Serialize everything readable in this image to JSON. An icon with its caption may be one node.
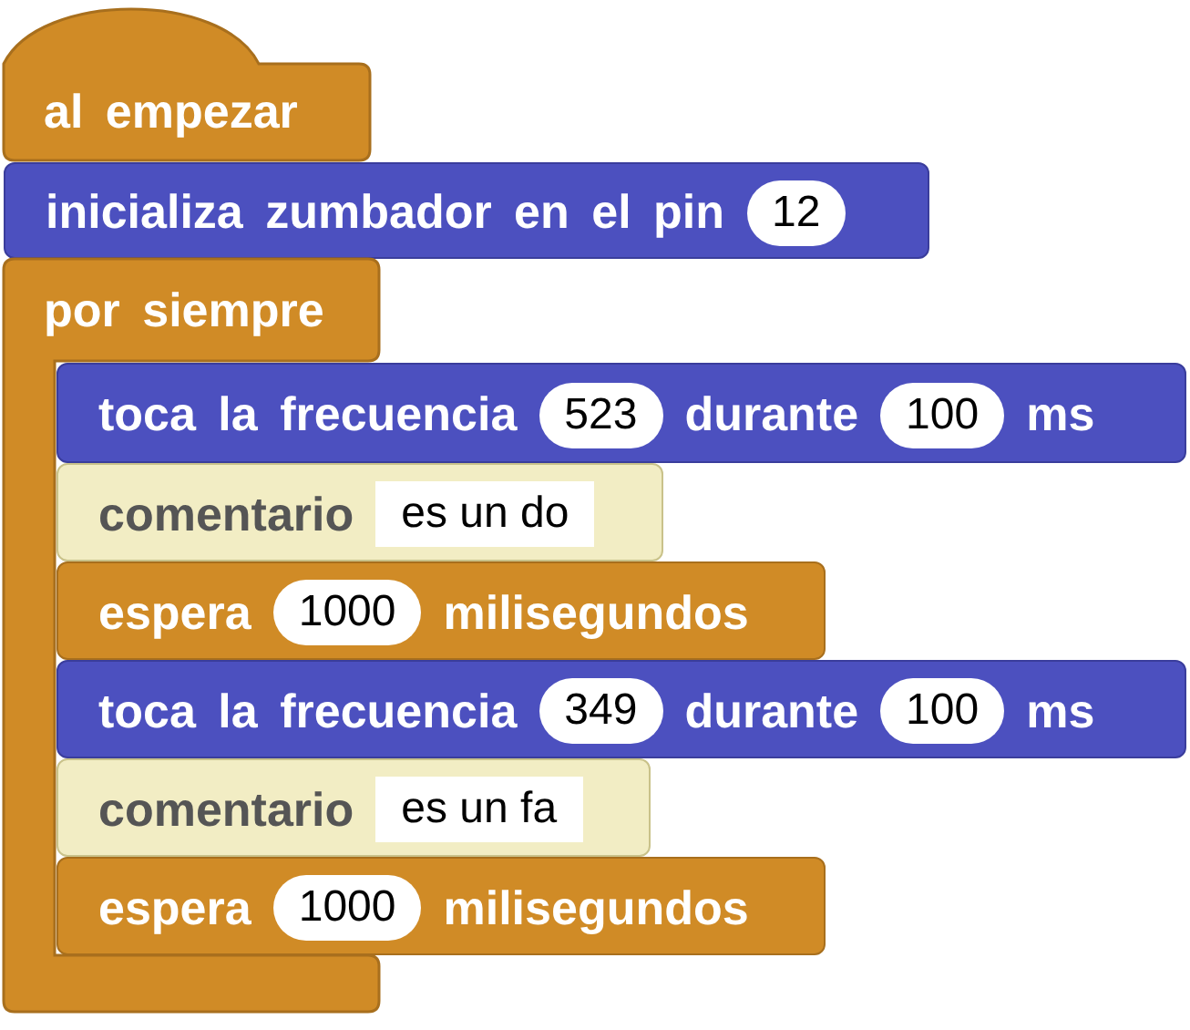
{
  "diagram": {
    "nodes": [
      {
        "text": [
          "al empezar"
        ]
      },
      {
        "text": [
          "inicializa zumbador en el pin",
          "12"
        ]
      },
      {
        "text": [
          "por siempre"
        ]
      },
      {
        "text": [
          "toca la frecuencia",
          "523",
          "durante",
          "100",
          "ms"
        ]
      },
      {
        "text": [
          "comentario",
          "es un do"
        ]
      },
      {
        "text": [
          "espera",
          "1000",
          "milisegundos"
        ]
      },
      {
        "text": [
          "toca la frecuencia",
          "349",
          "durante",
          "100",
          "ms"
        ]
      },
      {
        "text": [
          "comentario",
          "es un fa"
        ]
      },
      {
        "text": [
          "espera",
          "1000",
          "milisegundos"
        ]
      }
    ]
  }
}
